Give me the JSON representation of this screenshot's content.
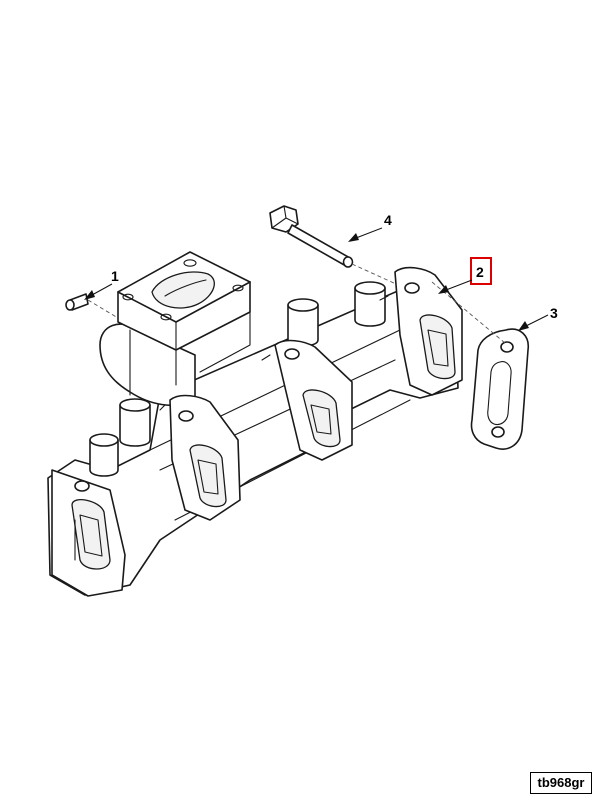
{
  "callouts": [
    {
      "number": "1",
      "part": "plug"
    },
    {
      "number": "2",
      "part": "exhaust-manifold",
      "highlighted": true
    },
    {
      "number": "3",
      "part": "gasket"
    },
    {
      "number": "4",
      "part": "capscrew"
    }
  ],
  "figure_id": "tb968gr",
  "colors": {
    "highlight": "#dd0000",
    "line": "#1a1a1a",
    "background": "#ffffff"
  }
}
